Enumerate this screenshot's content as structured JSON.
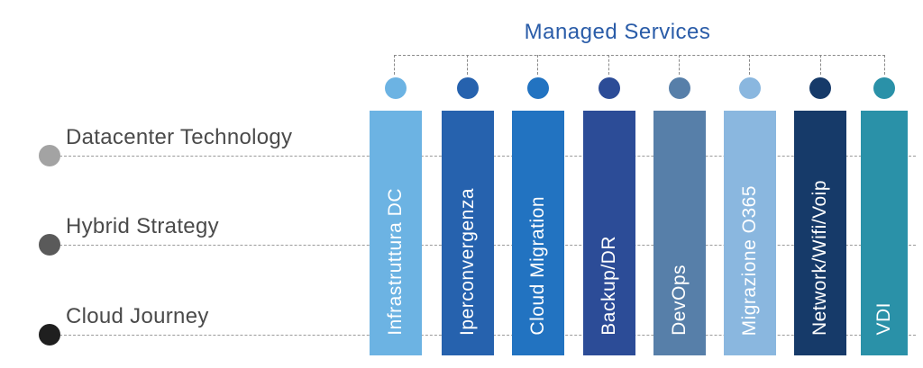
{
  "header": {
    "title": "Managed Services"
  },
  "rows": [
    {
      "label": "Datacenter Technology",
      "dot_color": "#a3a3a3"
    },
    {
      "label": "Hybrid Strategy",
      "dot_color": "#5a5a5a"
    },
    {
      "label": "Cloud Journey",
      "dot_color": "#1f1f1f"
    }
  ],
  "services": [
    {
      "label": "Infrastruttura DC",
      "color": "#6cb3e3",
      "dot_color": "#6cb3e3"
    },
    {
      "label": "Iperconvergenza",
      "color": "#2662ae",
      "dot_color": "#2662ae"
    },
    {
      "label": "Cloud Migration",
      "color": "#2273c1",
      "dot_color": "#2273c1"
    },
    {
      "label": "Backup/DR",
      "color": "#2c4c97",
      "dot_color": "#2c4c97"
    },
    {
      "label": "DevOps",
      "color": "#577fa9",
      "dot_color": "#577fa9"
    },
    {
      "label": "Migrazione O365",
      "color": "#8ab7df",
      "dot_color": "#8ab7df"
    },
    {
      "label": "Network/Wifi/Voip",
      "color": "#163a69",
      "dot_color": "#163a69"
    },
    {
      "label": "VDI",
      "color": "#2a91a8",
      "dot_color": "#2a91a8"
    }
  ]
}
